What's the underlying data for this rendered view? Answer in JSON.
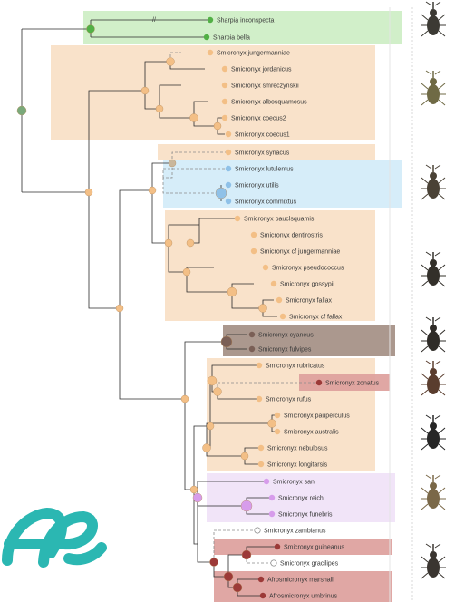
{
  "colors": {
    "outgroup": "#cdeec4",
    "orange": "#f8dfc6",
    "blue": "#d2ebf8",
    "brown": "#a48f84",
    "pink": "#dd9f9c",
    "purple": "#f0e2f7",
    "node_orange": "#f3bf86",
    "node_green": "#52b046",
    "node_blue": "#8fc1e8",
    "node_brown": "#7a5f56",
    "node_red": "#9c3a38",
    "node_purple": "#d79ceb",
    "branch": "#2b2b2b",
    "dashed": "#8a8a8a",
    "logo": "#2bb7b2"
  },
  "taxa": [
    {
      "name": "Sharpia inconspecta",
      "color": "green"
    },
    {
      "name": "Sharpia bella",
      "color": "green"
    },
    {
      "name": "Smicronyx jungermanniae",
      "color": "orange"
    },
    {
      "name": "Smicronyx jordanicus",
      "color": "orange"
    },
    {
      "name": "Smicronyx smreczynskii",
      "color": "orange"
    },
    {
      "name": "Smicronyx albosquamosus",
      "color": "orange"
    },
    {
      "name": "Smicronyx coecus2",
      "color": "orange"
    },
    {
      "name": "Smicronyx coecus1",
      "color": "orange"
    },
    {
      "name": "Smicronyx syriacus",
      "color": "orange"
    },
    {
      "name": "Smicronyx lutulentus",
      "color": "blue"
    },
    {
      "name": "Smicronyx utilis",
      "color": "blue"
    },
    {
      "name": "Smicronyx commixtus",
      "color": "blue"
    },
    {
      "name": "Smicronyx pauclsquamis",
      "color": "orange"
    },
    {
      "name": "Smicronyx dentirostris",
      "color": "orange"
    },
    {
      "name": "Smicronyx cf jungermanniae",
      "color": "orange"
    },
    {
      "name": "Smicronyx pseudococcus",
      "color": "orange"
    },
    {
      "name": "Smicronyx gossypii",
      "color": "orange"
    },
    {
      "name": "Smicronyx fallax",
      "color": "orange"
    },
    {
      "name": "Smicronyx cf fallax",
      "color": "orange"
    },
    {
      "name": "Smicronyx cyaneus",
      "color": "brown"
    },
    {
      "name": "Smicronyx fulvipes",
      "color": "brown"
    },
    {
      "name": "Smicronyx rubricatus",
      "color": "orange"
    },
    {
      "name": "Smicronyx zonatus",
      "color": "red"
    },
    {
      "name": "Smicronyx rufus",
      "color": "orange"
    },
    {
      "name": "Smicronyx pauperculus",
      "color": "orange"
    },
    {
      "name": "Smicronyx australis",
      "color": "orange"
    },
    {
      "name": "Smicronyx nebulosus",
      "color": "orange"
    },
    {
      "name": "Smicronyx longitarsis",
      "color": "orange"
    },
    {
      "name": "Smicronyx san",
      "color": "purple"
    },
    {
      "name": "Smicronyx reichi",
      "color": "purple"
    },
    {
      "name": "Smicronyx funebris",
      "color": "purple"
    },
    {
      "name": "Smicronyx zambianus",
      "color": "white"
    },
    {
      "name": "Smicronyx guineanus",
      "color": "red"
    },
    {
      "name": "Smicronyx gracilipes",
      "color": "white"
    },
    {
      "name": "Afrosmicronyx marshalli",
      "color": "red"
    },
    {
      "name": "Afrosmicronyx umbrinus",
      "color": "red"
    }
  ],
  "insects": [
    {
      "icon": "weevil-icon",
      "color": "#3c3a34"
    },
    {
      "icon": "weevil-icon",
      "color": "#6f6a45"
    },
    {
      "icon": "weevil-icon",
      "color": "#4a4236"
    },
    {
      "icon": "weevil-icon",
      "color": "#33302a"
    },
    {
      "icon": "weevil-icon",
      "color": "#2f2c28"
    },
    {
      "icon": "weevil-icon",
      "color": "#5a3d2e"
    },
    {
      "icon": "weevil-icon",
      "color": "#262626"
    },
    {
      "icon": "weevil-icon",
      "color": "#7a6848"
    },
    {
      "icon": "weevil-icon",
      "color": "#3a3530"
    }
  ]
}
